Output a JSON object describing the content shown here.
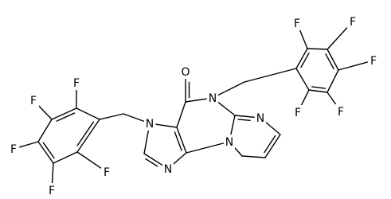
{
  "figure": {
    "kind": "chemical structure",
    "background_color": "#ffffff",
    "line_color": "#000000"
  },
  "atom_labels": {
    "oxygen": "O",
    "fluorine": "F",
    "nitrogen": "N"
  },
  "bond_order": {
    "single": 1,
    "double": 2
  }
}
